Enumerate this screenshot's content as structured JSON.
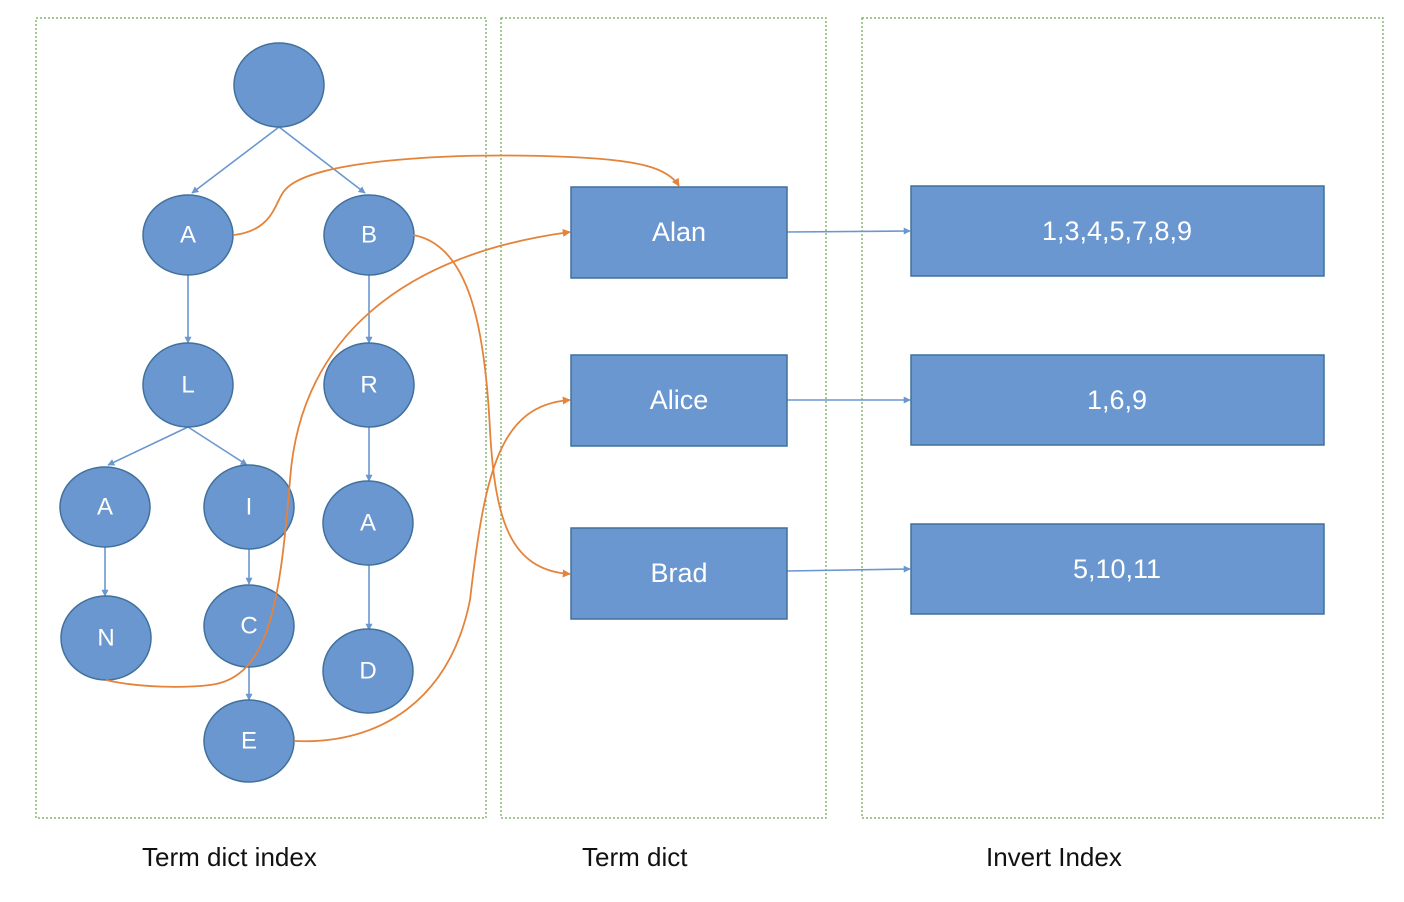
{
  "panels": {
    "term_dict_index": {
      "caption": "Term dict index"
    },
    "term_dict": {
      "caption": "Term dict"
    },
    "invert_index": {
      "caption": "Invert Index"
    }
  },
  "trie": {
    "root": "",
    "a1": "A",
    "b": "B",
    "l": "L",
    "r": "R",
    "a2": "A",
    "i": "I",
    "a3": "A",
    "n": "N",
    "c": "C",
    "d": "D",
    "e": "E"
  },
  "terms": {
    "alan": "Alan",
    "alice": "Alice",
    "brad": "Brad"
  },
  "postings": {
    "alan": "1,3,4,5,7,8,9",
    "alice": "1,6,9",
    "brad": "5,10,11"
  },
  "colors": {
    "node_fill": "#6a97cf",
    "node_stroke": "#41719c",
    "tree_edge": "#6a97cf",
    "pointer_edge": "#e5833a",
    "panel_border": "#6aa84f"
  }
}
